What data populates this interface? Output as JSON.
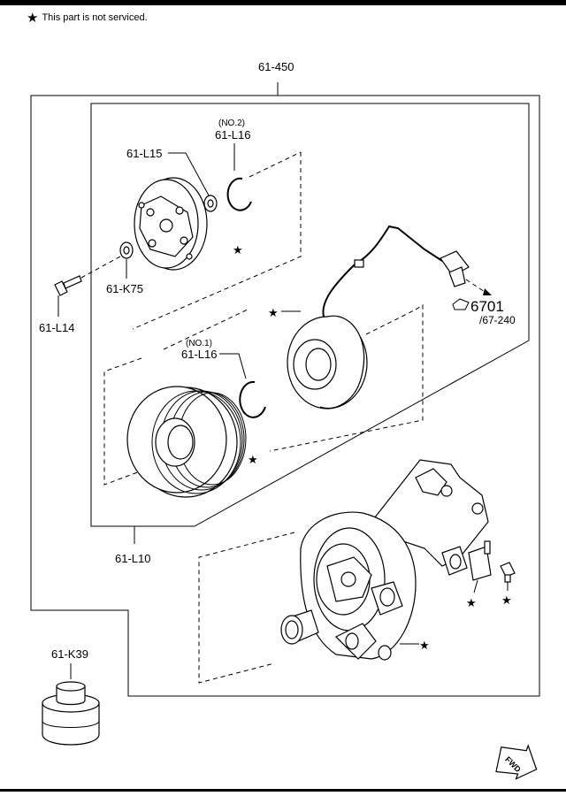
{
  "note": {
    "star": "★",
    "text": "This part is not serviced."
  },
  "labels": {
    "assembly": "61-450",
    "l10": "61-L10",
    "l14": "61-L14",
    "l15": "61-L15",
    "l16_no2_qual": "(NO.2)",
    "l16_no2": "61-L16",
    "l16_no1_qual": "(NO.1)",
    "l16_no1": "61-L16",
    "k75": "61-K75",
    "k39": "61-K39",
    "conn_ref": "6701",
    "conn_ref_sub": "/67-240",
    "fwd": "FWD",
    "star": "★"
  }
}
